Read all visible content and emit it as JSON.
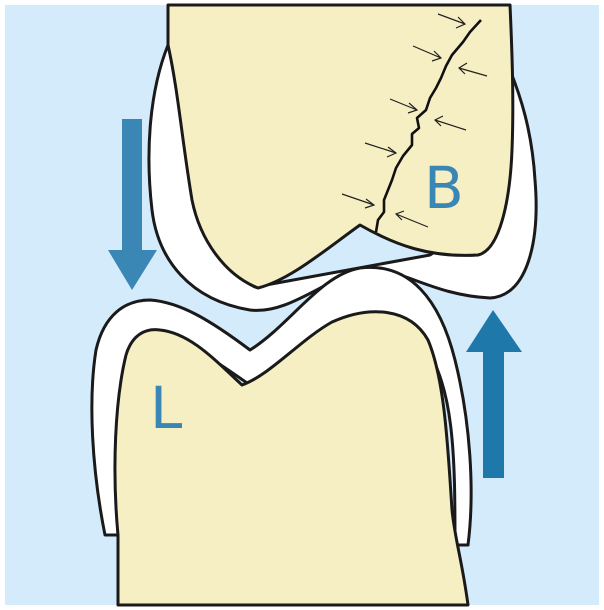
{
  "labels": {
    "upper_bone": "B",
    "lower_bone": "L"
  },
  "colors": {
    "background": "#d4ebfb",
    "bone": "#f7efc4",
    "cartilage": "#ffffff",
    "outline": "#1a1a1a",
    "label": "#3a86b4",
    "arrow_down": "#3a86b4",
    "arrow_up": "#1f78aa"
  },
  "arrows": {
    "left": {
      "direction": "down",
      "name": "downward-force-arrow"
    },
    "right": {
      "direction": "up",
      "name": "upward-force-arrow"
    }
  }
}
